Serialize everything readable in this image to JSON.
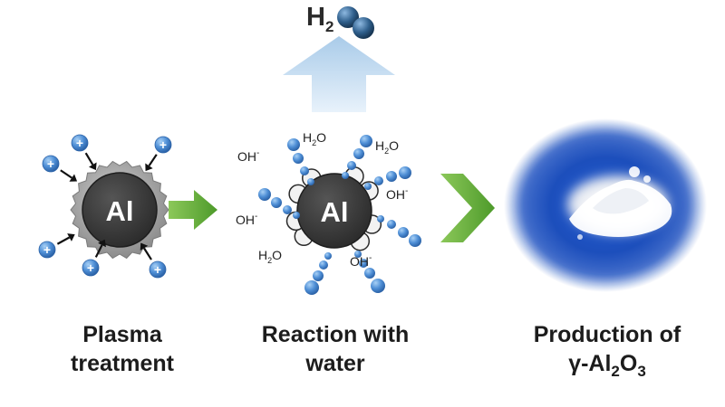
{
  "product": {
    "label": "H",
    "subscript": "2",
    "color": "#2f5f8c"
  },
  "stage1": {
    "core_label": "Al",
    "ion_symbol": "+",
    "caption_line1": "Plasma",
    "caption_line2": "treatment"
  },
  "stage2": {
    "core_label": "Al",
    "water_labels": [
      {
        "base": "H",
        "sub": "2",
        "rest": "O"
      },
      {
        "base": "H",
        "sub": "2",
        "rest": "O"
      },
      {
        "base": "H",
        "sub": "2",
        "rest": "O"
      }
    ],
    "hydroxide_labels": [
      {
        "base": "OH",
        "sup": "-"
      },
      {
        "base": "OH",
        "sup": "-"
      },
      {
        "base": "OH",
        "sup": "-"
      },
      {
        "base": "OH",
        "sup": "-"
      }
    ],
    "caption_line1": "Reaction with",
    "caption_line2": "water"
  },
  "stage3": {
    "caption_line1": "Production of",
    "caption_line2": {
      "prefix": "γ-Al",
      "sub1": "2",
      "mid": "O",
      "sub2": "3"
    }
  },
  "colors": {
    "core": "#3a3a3a",
    "ion_blue": "#4f8fd6",
    "arrow_green": "#6ab43a",
    "up_arrow": "#bcd7ee",
    "petri_blue": "#1f57c8"
  }
}
